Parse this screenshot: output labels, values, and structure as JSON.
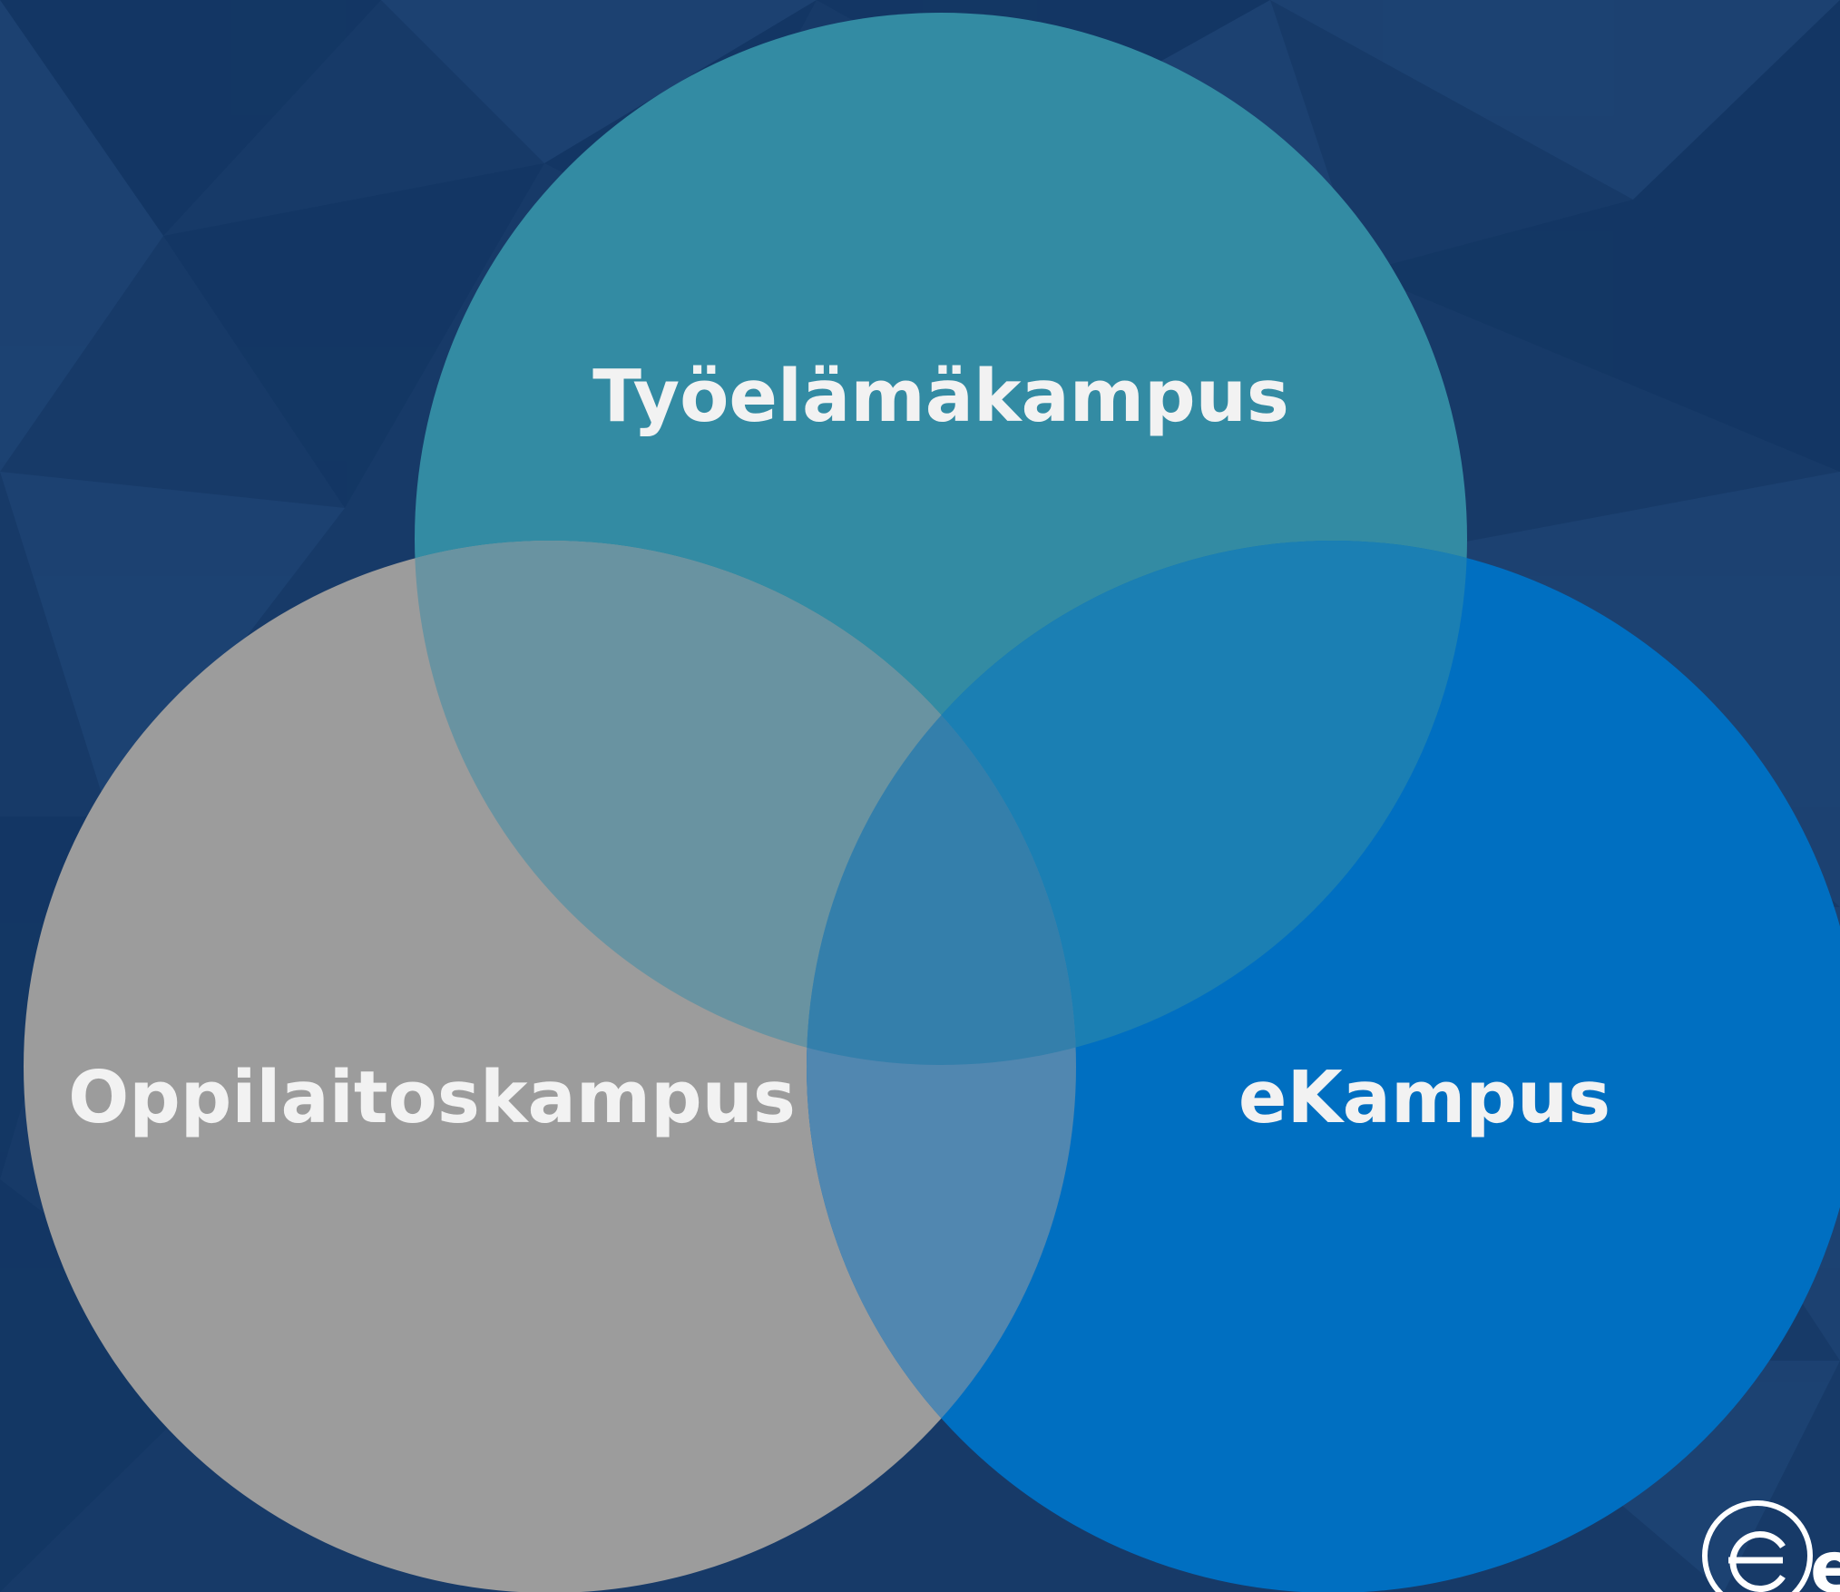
{
  "colors": {
    "background_base": "#173a68",
    "background_dark": "#103461",
    "background_light": "#21487a",
    "circle_top": "#338ba3",
    "circle_left": "#9c9c9c",
    "circle_right": "#006fc1",
    "overlap_top_left": "#6993a1",
    "overlap_top_right": "#1b7fb3",
    "overlap_left_right": "#5187b0",
    "overlap_center": "#347fab",
    "label_text": "#f2f2f2",
    "logo_stroke": "#ffffff"
  },
  "diagram": {
    "type": "venn-3",
    "sets": [
      {
        "id": "top",
        "label": "Työelämäkampus"
      },
      {
        "id": "left",
        "label": "Oppilaitoskampus"
      },
      {
        "id": "right",
        "label": "eKampus"
      }
    ]
  },
  "logo": {
    "text": "eK",
    "icon": "ekampus-logo-icon"
  }
}
